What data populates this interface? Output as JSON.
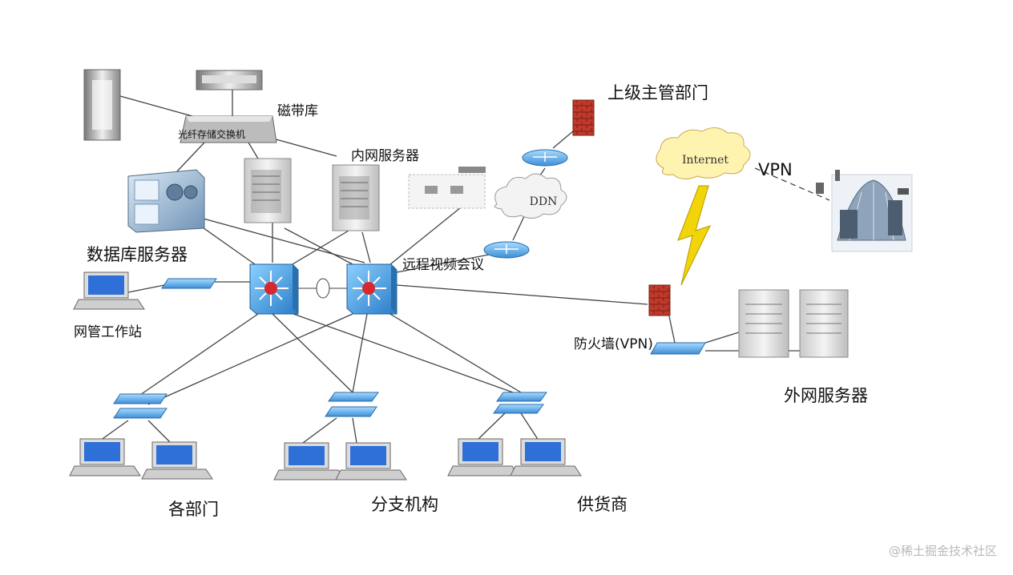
{
  "labels": {
    "tape_library": "磁带库",
    "fc_switch": "光纤存储交换机",
    "intranet_servers": "内网服务器",
    "superior_dept": "上级主管部门",
    "ddn": "DDN",
    "internet": "Internet",
    "vpn": "VPN",
    "db_server": "数据库服务器",
    "video_conf": "远程视频会议",
    "nms_station": "网管工作站",
    "firewall_vpn": "防火墙(VPN)",
    "external_servers": "外网服务器",
    "departments": "各部门",
    "branches": "分支机构",
    "suppliers": "供货商"
  },
  "watermark": "@稀土掘金技术社区",
  "colors": {
    "line": "#444444",
    "monitor_screen": "#2e6fd8",
    "switch_blue": "#6fb6f0",
    "core_switch": "#4aa3ea",
    "firewall_red": "#c0392b",
    "cloud_fill": "#fff3b0",
    "lightning": "#f2d40a"
  }
}
